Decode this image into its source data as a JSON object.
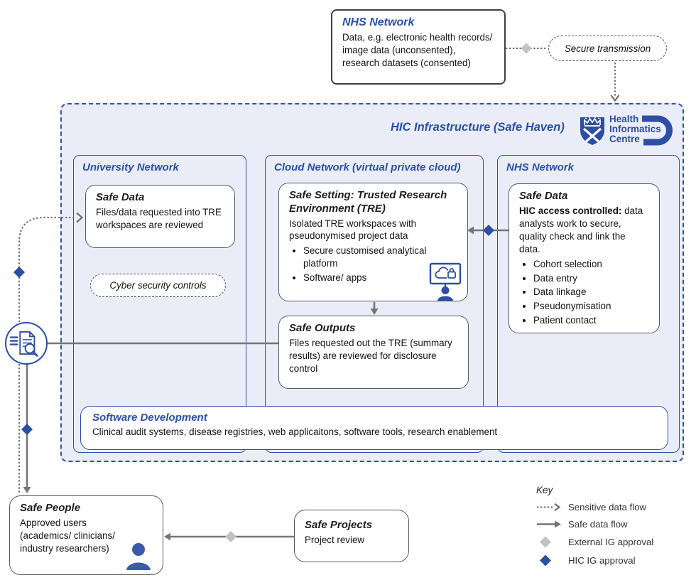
{
  "colors": {
    "brand_blue": "#2d4ea4",
    "title_blue": "#2b50ad",
    "panel_fill": "#eaedf8",
    "arrow_gray": "#757575",
    "diamond_gray": "#c2c2c2",
    "diamond_blue": "#2d4fa2"
  },
  "nhs_top": {
    "title": "NHS Network",
    "body": "Data, e.g. electronic health records/ image data (unconsented), research datasets (consented)"
  },
  "secure_transmission": {
    "label": "Secure transmission"
  },
  "hic": {
    "title": "HIC Infrastructure (Safe Haven)",
    "logo": {
      "line1": "Health",
      "line2": "Informatics",
      "line3": "Centre"
    }
  },
  "university": {
    "title": "University Network",
    "safe_data": {
      "title": "Safe Data",
      "body": "Files/data requested into TRE workspaces are reviewed"
    },
    "cyber": {
      "label": "Cyber security controls"
    }
  },
  "cloud": {
    "title": "Cloud Network (virtual private cloud)",
    "tre": {
      "title": "Safe Setting: Trusted Research Environment (TRE)",
      "body": "Isolated TRE workspaces with pseudonymised project data",
      "bullets": [
        "Secure customised analytical platform",
        "Software/ apps"
      ]
    },
    "safe_outputs": {
      "title": "Safe Outputs",
      "body": "Files requested out the TRE (summary results) are reviewed for disclosure control"
    }
  },
  "nhs_inner": {
    "title": "NHS Network",
    "safe_data": {
      "title": "Safe Data",
      "lead_bold": "HIC access controlled:",
      "lead_rest": " data analysts work to secure, quality check and link the data.",
      "bullets": [
        "Cohort selection",
        "Data entry",
        "Data linkage",
        "Pseudonymisation",
        "Patient contact"
      ]
    }
  },
  "software_dev": {
    "title": "Software Development",
    "body": "Clinical audit systems, disease registries, web applicaitons, software tools, research enablement"
  },
  "safe_people": {
    "title": "Safe People",
    "body": "Approved users (academics/ clinicians/ industry researchers)"
  },
  "safe_projects": {
    "title": "Safe Projects",
    "body": "Project review"
  },
  "key": {
    "title": "Key",
    "items": [
      "Sensitive data flow",
      "Safe data flow",
      "External IG approval",
      "HIC IG approval"
    ]
  }
}
